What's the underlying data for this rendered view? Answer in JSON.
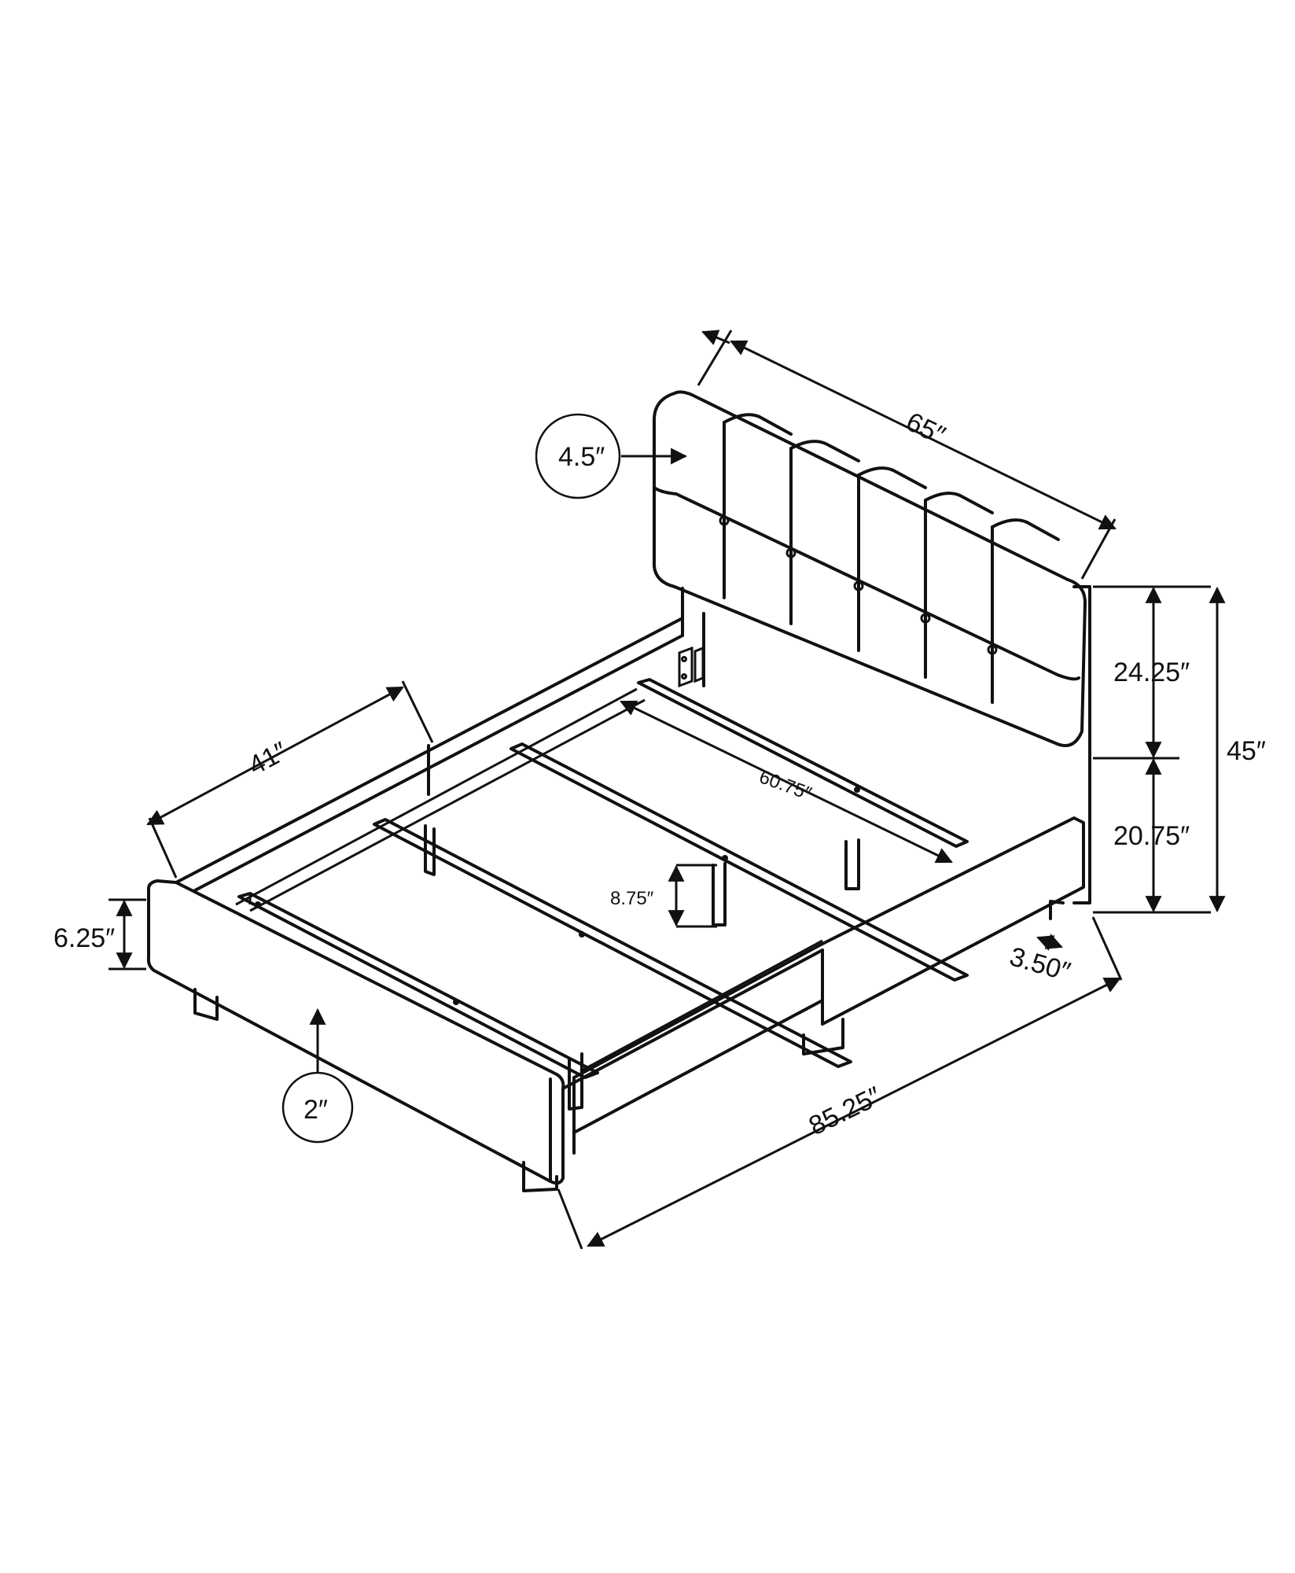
{
  "dimensions": {
    "headboard_width": "65″",
    "headboard_thickness": "4.5″",
    "total_height": "45″",
    "headboard_upper_height": "24.25″",
    "headboard_lower_height": "20.75″",
    "leg_depth": "3.50″",
    "total_length": "85.25″",
    "frame_width": "41″",
    "slat_length": "60.75″",
    "slat_clearance": "8.75″",
    "rail_height": "6.25″",
    "leg_height": "2″"
  }
}
